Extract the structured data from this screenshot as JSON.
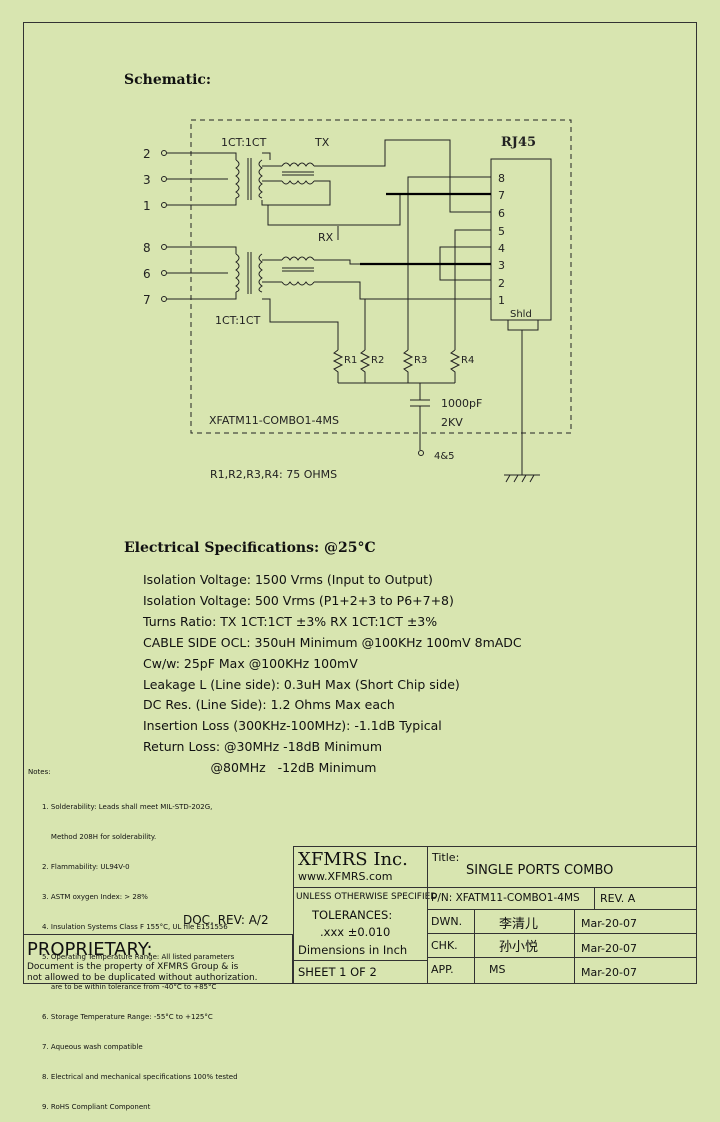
{
  "schematic": {
    "title": "Schematic:",
    "connector_label": "RJ45",
    "shield_label": "Shld",
    "transformer_top_ratio": "1CT:1CT",
    "transformer_bottom_ratio": "1CT:1CT",
    "tx_label": "TX",
    "rx_label": "RX",
    "left_pins_top": [
      "2",
      "3",
      "1"
    ],
    "left_pins_bottom": [
      "8",
      "6",
      "7"
    ],
    "rj45_pins": [
      "8",
      "7",
      "6",
      "5",
      "4",
      "3",
      "2",
      "1"
    ],
    "resistors": [
      "R1",
      "R2",
      "R3",
      "R4"
    ],
    "capacitor_value": "1000pF",
    "capacitor_voltage": "2KV",
    "ground_pin_label": "4&5",
    "part_label": "XFATM11-COMBO1-4MS",
    "resistor_note": "R1,R2,R3,R4: 75 OHMS"
  },
  "electrical": {
    "title": "Electrical   Specifications: @25°C",
    "lines": [
      "Isolation Voltage:  1500 Vrms (Input to Output)",
      "Isolation Voltage:  500 Vrms (P1+2+3 to P6+7+8)",
      "Turns Ratio: TX 1CT:1CT ±3% RX 1CT:1CT ±3%",
      "CABLE SIDE OCL: 350uH Minimum @100KHz 100mV 8mADC",
      "Cw/w: 25pF Max @100KHz 100mV",
      "Leakage L (Line side): 0.3uH Max (Short Chip side)",
      "DC Res. (Line Side): 1.2 Ohms Max each",
      "Insertion Loss (300KHz-100MHz): -1.1dB Typical",
      "Return Loss: @30MHz   -18dB Minimum",
      "                 @80MHz   -12dB Minimum"
    ]
  },
  "notes": {
    "title": "Notes:",
    "items": [
      "1. Solderability: Leads shall meet MIL-STD-202G,",
      "    Method 208H for solderability.",
      "2. Flammability: UL94V-0",
      "3. ASTM oxygen Index: > 28%",
      "4. Insulation Systems Class F 155°C, UL file E151556",
      "5. Operating Temperature Range: All listed parameters",
      "    are to be within tolerance from -40°C to +85°C",
      "6. Storage Temperature Range: -55°C to +125°C",
      "7. Aqueous wash compatible",
      "8. Electrical and mechanical specifications 100% tested",
      "9. RoHS Compliant Component"
    ]
  },
  "doc_rev": "DOC. REV: A/2",
  "proprietary": {
    "title": "PROPRIETARY:",
    "text_1": "Document is the property of XFMRS Group & is",
    "text_2": "not allowed to be duplicated without authorization."
  },
  "title_block": {
    "company": "XFMRS Inc.",
    "website": "www.XFMRS.com",
    "title_label": "Title:",
    "title_value": "SINGLE PORTS COMBO",
    "unless": "UNLESS OTHERWISE SPECIFIED",
    "pn": "P/N: XFATM11-COMBO1-4MS",
    "rev": "REV. A",
    "tolerances": "TOLERANCES:",
    "tol_value": ".xxx ±0.010",
    "dimensions": "Dimensions in Inch",
    "sheet": "SHEET  1  OF  2",
    "dwn_label": "DWN.",
    "dwn_sig": "李清儿",
    "dwn_date": "Mar-20-07",
    "chk_label": "CHK.",
    "chk_sig": "孙小悦",
    "chk_date": "Mar-20-07",
    "app_label": "APP.",
    "app_value": "MS",
    "app_date": "Mar-20-07"
  }
}
